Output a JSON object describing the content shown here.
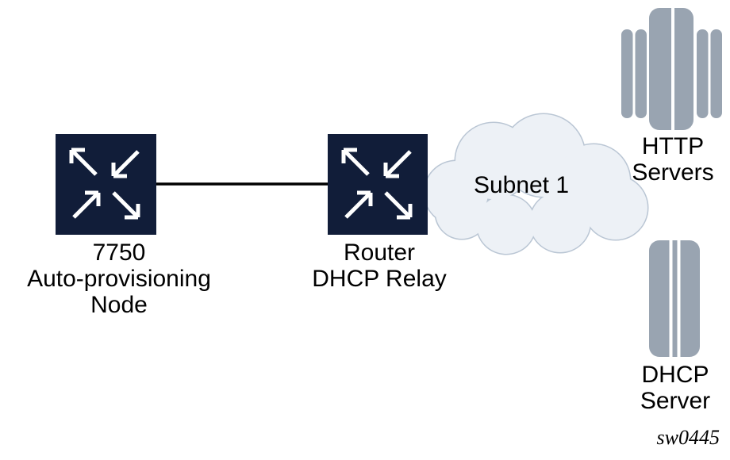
{
  "figure_id": "sw0445",
  "colors": {
    "router_fill": "#111d39",
    "router_arrow": "#ffffff",
    "server_fill": "#99a4b1",
    "cloud_fill": "#edf1f6",
    "cloud_stroke": "#bac6d4",
    "link_line": "#000000",
    "label_text": "#000000",
    "background": "#ffffff"
  },
  "diagram": {
    "nodes": [
      {
        "id": "auto-provisioning-node",
        "kind": "router",
        "label_lines": [
          "7750",
          "Auto-provisioning",
          "Node"
        ]
      },
      {
        "id": "dhcp-relay-router",
        "kind": "router",
        "label_lines": [
          "Router",
          "DHCP Relay"
        ]
      },
      {
        "id": "subnet-cloud",
        "kind": "cloud",
        "label": "Subnet 1"
      },
      {
        "id": "http-servers",
        "kind": "server-group",
        "label_lines": [
          "HTTP",
          "Servers"
        ]
      },
      {
        "id": "dhcp-server",
        "kind": "server",
        "label_lines": [
          "DHCP",
          "Server"
        ]
      }
    ],
    "links": [
      {
        "from": "auto-provisioning-node",
        "to": "dhcp-relay-router"
      }
    ]
  }
}
